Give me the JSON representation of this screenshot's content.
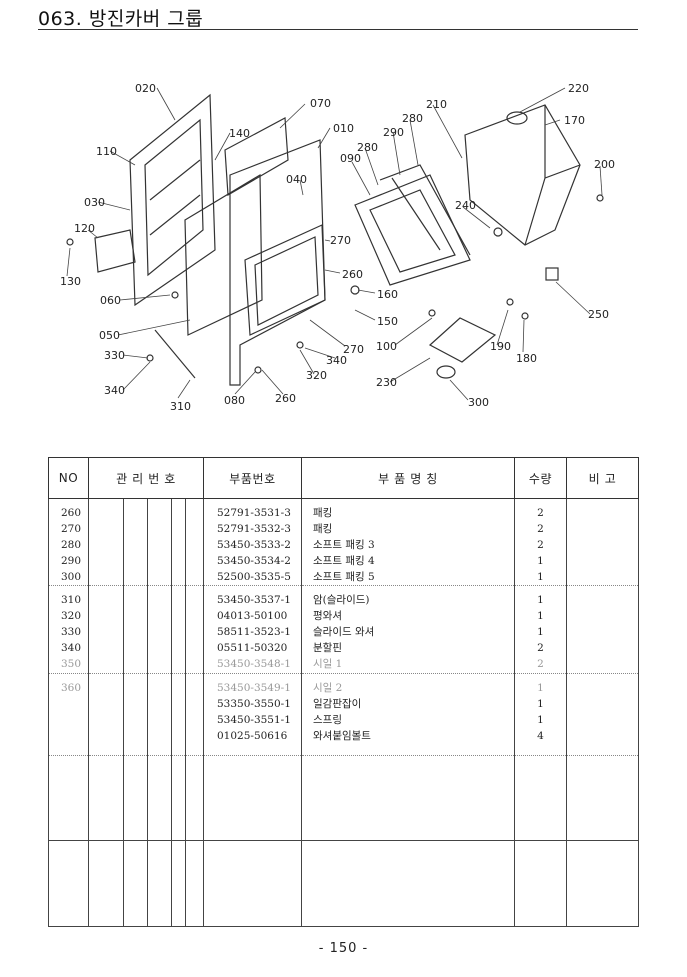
{
  "header": {
    "title": "063. 방진카버 그룹"
  },
  "diagram": {
    "callouts": [
      "020",
      "070",
      "140",
      "110",
      "010",
      "040",
      "030",
      "120",
      "130",
      "060",
      "050",
      "330",
      "340",
      "310",
      "080",
      "260",
      "270",
      "260",
      "160",
      "150",
      "270",
      "340",
      "320",
      "090",
      "280",
      "290",
      "280",
      "210",
      "220",
      "170",
      "200",
      "240",
      "100",
      "190",
      "180",
      "250",
      "230",
      "300"
    ]
  },
  "table": {
    "headers": {
      "no": "NO",
      "mgmt": "관 리 번 호",
      "part_no": "부품번호",
      "name": "부 품 명 칭",
      "qty": "수량",
      "remark": "비 고"
    },
    "groups": [
      {
        "rows": [
          {
            "no": "260",
            "part_no": "52791-3531-3",
            "name": "패킹",
            "qty": "2"
          },
          {
            "no": "270",
            "part_no": "52791-3532-3",
            "name": "패킹",
            "qty": "2"
          },
          {
            "no": "280",
            "part_no": "53450-3533-2",
            "name": "소프트 패킹 3",
            "qty": "2"
          },
          {
            "no": "290",
            "part_no": "53450-3534-2",
            "name": "소프트 패킹 4",
            "qty": "1"
          },
          {
            "no": "300",
            "part_no": "52500-3535-5",
            "name": "소프트 패킹 5",
            "qty": "1"
          }
        ]
      },
      {
        "rows": [
          {
            "no": "310",
            "part_no": "53450-3537-1",
            "name": "암(슬라이드)",
            "qty": "1"
          },
          {
            "no": "320",
            "part_no": "04013-50100",
            "name": "평와셔",
            "qty": "1"
          },
          {
            "no": "330",
            "part_no": "58511-3523-1",
            "name": "슬라이드 와셔",
            "qty": "1"
          },
          {
            "no": "340",
            "part_no": "05511-50320",
            "name": "분할핀",
            "qty": "2"
          },
          {
            "no": "350",
            "part_no": "53450-3548-1",
            "name": "시일 1",
            "qty": "2"
          }
        ]
      },
      {
        "rows": [
          {
            "no": "360",
            "part_no": "53450-3549-1",
            "name": "시일 2",
            "qty": "1"
          },
          {
            "no": "",
            "part_no": "53350-3550-1",
            "name": "일감판잡이",
            "qty": "1"
          },
          {
            "no": "",
            "part_no": "53450-3551-1",
            "name": "스프링",
            "qty": "1"
          },
          {
            "no": "",
            "part_no": "01025-50616",
            "name": "와셔붙임볼트",
            "qty": "4"
          }
        ]
      },
      {
        "rows": []
      },
      {
        "rows": []
      }
    ]
  },
  "footer": {
    "page": "- 150 -"
  }
}
